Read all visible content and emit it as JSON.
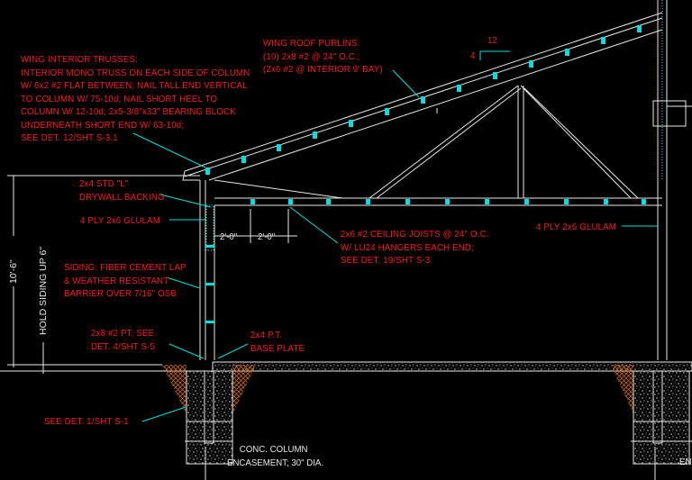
{
  "notes": {
    "wing_trusses": [
      "WING INTERIOR TRUSSES:",
      "INTERIOR MONO TRUSS ON EACH SIDE OF COLUMN",
      "W/ 6x2 #2 FLAT BETWEEN; NAIL TALL END VERTICAL",
      "TO COLUMN W/ 75-10d; NAIL SHORT HEEL TO",
      "COLUMN W/ 12-10d; 2x5-3/8\"x33\" BEARING BLOCK",
      "UNDERNEATH SHORT END W/ 63-10d;",
      "SEE DET. 12/SHT S-3.1"
    ],
    "roof_purlins": [
      "WING ROOF PURLINS:",
      "(10) 2x8 #2 @ 24\" O.C.;",
      "(2x6 #2 @ INTERIOR 9' BAY)"
    ],
    "drywall_backing": [
      "2x4 STD \"L\"",
      "DRYWALL BACKING"
    ],
    "glulam_left": "4 PLY 2x6 GLULAM",
    "glulam_right": "4 PLY 2x6 GLULAM",
    "ceiling_joists": [
      "2x6 #2 CEILING JOISTS @ 24\" O.C.",
      "W/ LU24 HANGERS EACH END;",
      "SEE DET. 19/SHT S-3"
    ],
    "siding": [
      "SIDING: FIBER CEMENT LAP",
      "& WEATHER RESISTANT",
      "BARRIER OVER 7/16\" OSB"
    ],
    "pt_2x8": [
      "2x8 #2 PT; SEE",
      "DET. 4/SHT S-5"
    ],
    "base_plate": [
      "2x4 P.T.",
      "BASE PLATE"
    ],
    "footing": "SEE DET. 1/SHT S-1",
    "encasement": [
      "CONC. COLUMN",
      "ENCASEMENT; 30\" DIA."
    ],
    "encasement_right_partial": "EN"
  },
  "dimensions": {
    "wall_height": "10'-6\"",
    "hold_siding": "HOLD SIDING UP 6\"",
    "spacing_1": "2'-0\"",
    "spacing_2": "2'-0\"",
    "slope_run": "12",
    "slope_rise": "4"
  },
  "colors": {
    "background": "#000000",
    "annotation": "#ff1a1a",
    "leader": "#00e0e0",
    "linework": "#e8e8e8",
    "soil": "#c86414"
  }
}
